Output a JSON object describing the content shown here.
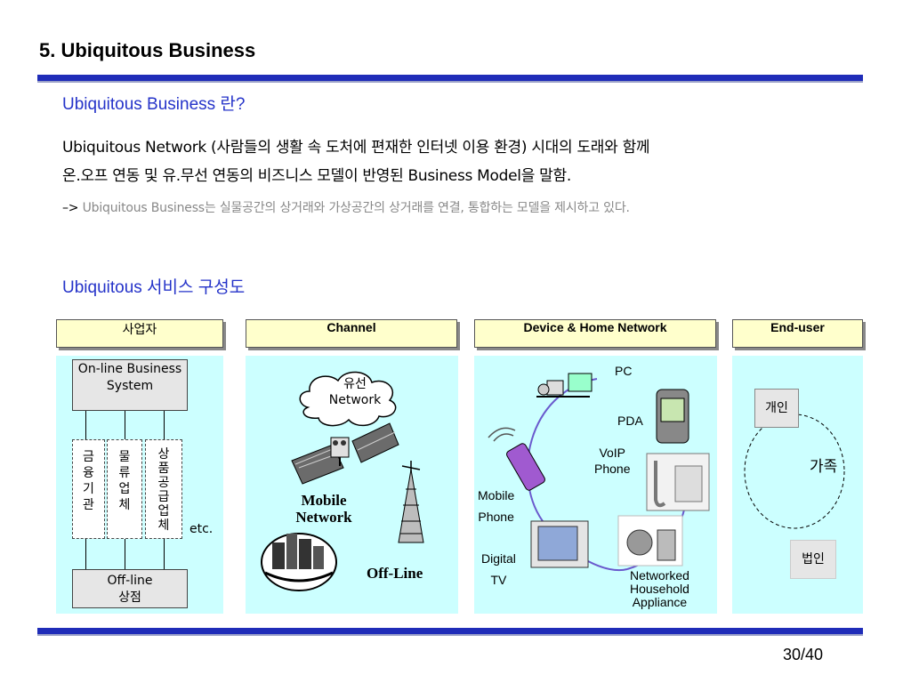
{
  "title": "5. Ubiquitous Business",
  "section1": {
    "heading": "Ubiquitous Business 란?",
    "line1": "Ubiquitous Network (사람들의 생활 속 도처에 편재한 인터넷 이용 환경) 시대의 도래와 함께",
    "line2": "온.오프 연동 및 유.무선 연동의 비즈니스 모델이 반영된 Business Model을 말함.",
    "note_arrow": "–>",
    "note_text": "Ubiquitous Business는 실물공간의 상거래와 가상공간의 상거래를 연결, 통합하는 모델을 제시하고 있다."
  },
  "section2": {
    "heading": "Ubiquitous 서비스 구성도"
  },
  "columns": {
    "provider": {
      "header": "사업자",
      "online_box": "On-line Business System",
      "finance": [
        "금",
        "융",
        "기",
        "관"
      ],
      "logistics": [
        "물",
        "류",
        "업",
        "체"
      ],
      "supplier": [
        "상",
        "품",
        "공",
        "급",
        "업",
        "체"
      ],
      "etc": "etc.",
      "offline_box_line1": "Off-line",
      "offline_box_line2": "상점"
    },
    "channel": {
      "header": "Channel",
      "cloud_line1": "유선",
      "cloud_line2": "Network",
      "mobile_line1": "Mobile",
      "mobile_line2": "Network",
      "offline": "Off-Line"
    },
    "device": {
      "header": "Device & Home Network",
      "pc": "PC",
      "pda": "PDA",
      "voip_line1": "VoIP",
      "voip_line2": "Phone",
      "mobile_line1": "Mobile",
      "mobile_line2": "Phone",
      "tv_line1": "Digital",
      "tv_line2": "TV",
      "appliance_line1": "Networked",
      "appliance_line2": "Household",
      "appliance_line3": "Appliance"
    },
    "enduser": {
      "header": "End-user",
      "individual": "개인",
      "family": "가족",
      "corporate": "법인"
    }
  },
  "page_number": "30/40",
  "colors": {
    "rule": "#1f2cb8",
    "heading": "#2533c9",
    "header_fill": "#ffffcc",
    "column_fill": "#ccffff"
  }
}
